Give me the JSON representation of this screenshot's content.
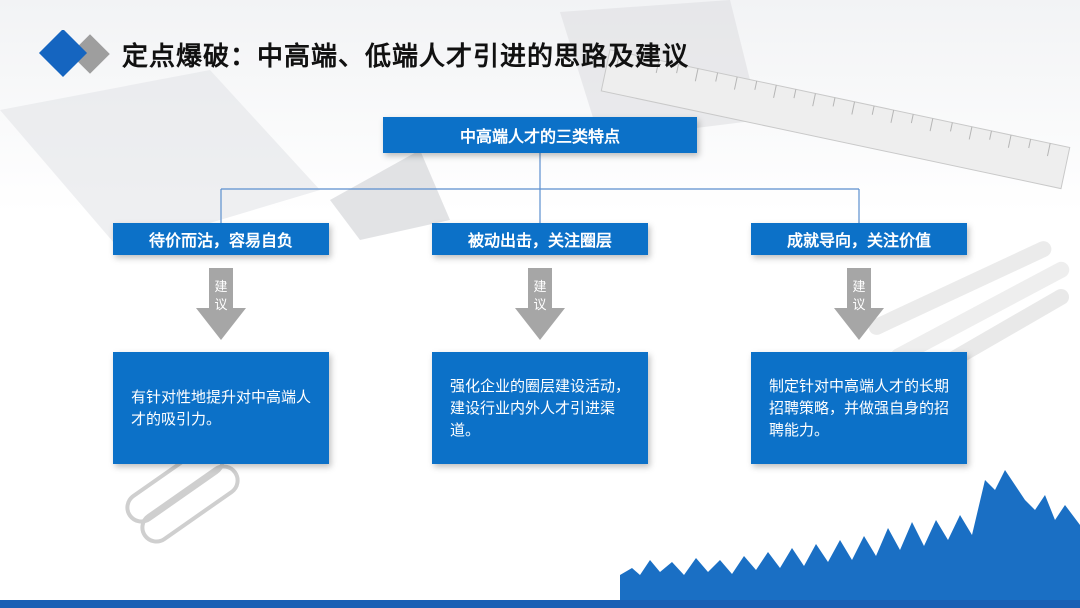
{
  "title": "定点爆破：中高端、低端人才引进的思路及建议",
  "root_label": "中高端人才的三类特点",
  "arrow_label_top": "建",
  "arrow_label_bottom": "议",
  "columns": [
    {
      "category": "待价而沽，容易自负",
      "advice": "有针对性地提升对中高端人才的吸引力。"
    },
    {
      "category": "被动出击，关注圈层",
      "advice": "强化企业的圈层建设活动，建设行业内外人才引进渠道。"
    },
    {
      "category": "成就导向，关注价值",
      "advice": "制定针对中高端人才的长期招聘策略，并做强自身的招聘能力。"
    }
  ],
  "colors": {
    "accent": "#0c71c8",
    "arrow": "#a6a6a6",
    "logo_blue": "#1565c0",
    "logo_gray": "#9e9e9e"
  }
}
